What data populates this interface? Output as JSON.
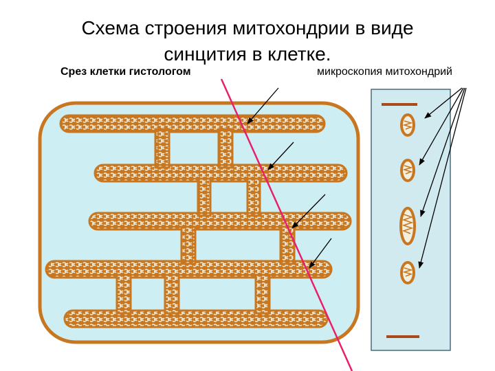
{
  "title": {
    "line1": "Схема строения митохондрии в виде",
    "line2": "синцития в клетке."
  },
  "labels": {
    "section_cut": "Срез клетки гистологом",
    "microscopy": "микроскопия митохондрий"
  },
  "colors": {
    "cell_fill": "#cdeef3",
    "cell_border": "#c8761f",
    "network_fill": "#c8761f",
    "network_pattern": "#e9e3c8",
    "section_line": "#e8206b",
    "arrow": "#000000",
    "panel_fill": "#d0eaf0",
    "panel_border": "#4a6a7a"
  },
  "icons": {
    "mitochondrion": "mitochondrion-icon",
    "arrow": "arrow-icon"
  }
}
